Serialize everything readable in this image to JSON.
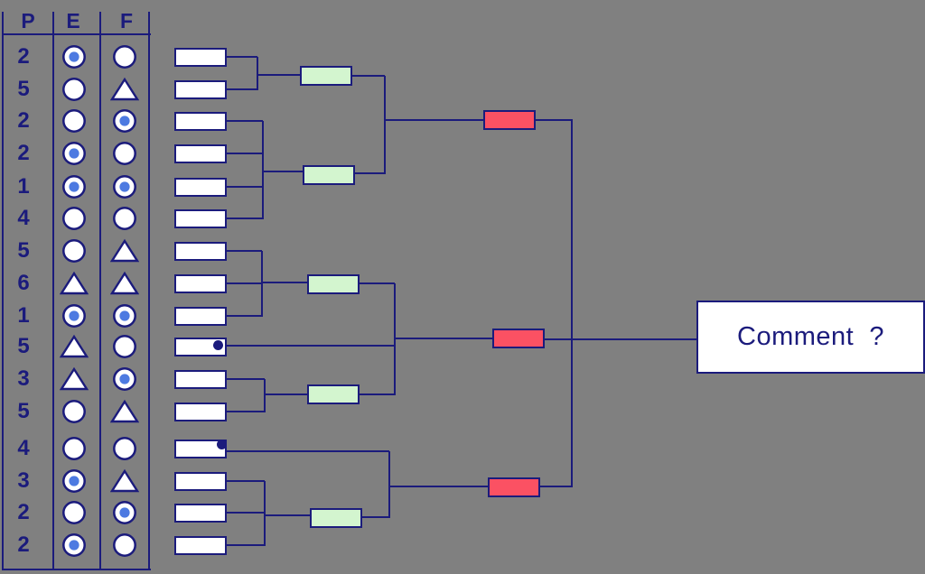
{
  "colors": {
    "background": "#808080",
    "navy": "#1b1b7c",
    "dot_blue": "#4d7ae1",
    "green_fill": "#d3f5cf",
    "red_fill": "#fb5163",
    "box_fill": "#ffffff"
  },
  "table": {
    "headers": [
      "P",
      "E",
      "F"
    ],
    "symbol_legend": [
      "circle",
      "circle-dot",
      "triangle"
    ],
    "rows": [
      {
        "p": "2",
        "e": "circle-dot",
        "f": "circle"
      },
      {
        "p": "5",
        "e": "circle",
        "f": "triangle"
      },
      {
        "p": "2",
        "e": "circle",
        "f": "circle-dot"
      },
      {
        "p": "2",
        "e": "circle-dot",
        "f": "circle"
      },
      {
        "p": "1",
        "e": "circle-dot",
        "f": "circle-dot"
      },
      {
        "p": "4",
        "e": "circle",
        "f": "circle"
      },
      {
        "p": "5",
        "e": "circle",
        "f": "triangle"
      },
      {
        "p": "6",
        "e": "triangle",
        "f": "triangle"
      },
      {
        "p": "1",
        "e": "circle-dot",
        "f": "circle-dot"
      },
      {
        "p": "5",
        "e": "triangle",
        "f": "circle"
      },
      {
        "p": "3",
        "e": "triangle",
        "f": "circle-dot"
      },
      {
        "p": "5",
        "e": "circle",
        "f": "triangle"
      },
      {
        "p": "4",
        "e": "circle",
        "f": "circle"
      },
      {
        "p": "3",
        "e": "circle-dot",
        "f": "triangle"
      },
      {
        "p": "2",
        "e": "circle",
        "f": "circle-dot"
      },
      {
        "p": "2",
        "e": "circle-dot",
        "f": "circle"
      }
    ]
  },
  "bracket": {
    "leaf_count": 16,
    "marked_leaves": [
      10,
      13
    ],
    "green_box_groups": [
      [
        1,
        2
      ],
      [
        3,
        4,
        5,
        6
      ],
      [
        7,
        8,
        9
      ],
      [
        11,
        12
      ],
      [
        14,
        15,
        16
      ]
    ],
    "red_box_inputs": [
      [
        "green-1",
        "green-2"
      ],
      [
        "green-3",
        "leaf-10",
        "green-4"
      ],
      [
        "leaf-13",
        "green-5"
      ]
    ],
    "final_output": "comment-box"
  },
  "comment_box": {
    "label": "Comment  ?"
  }
}
